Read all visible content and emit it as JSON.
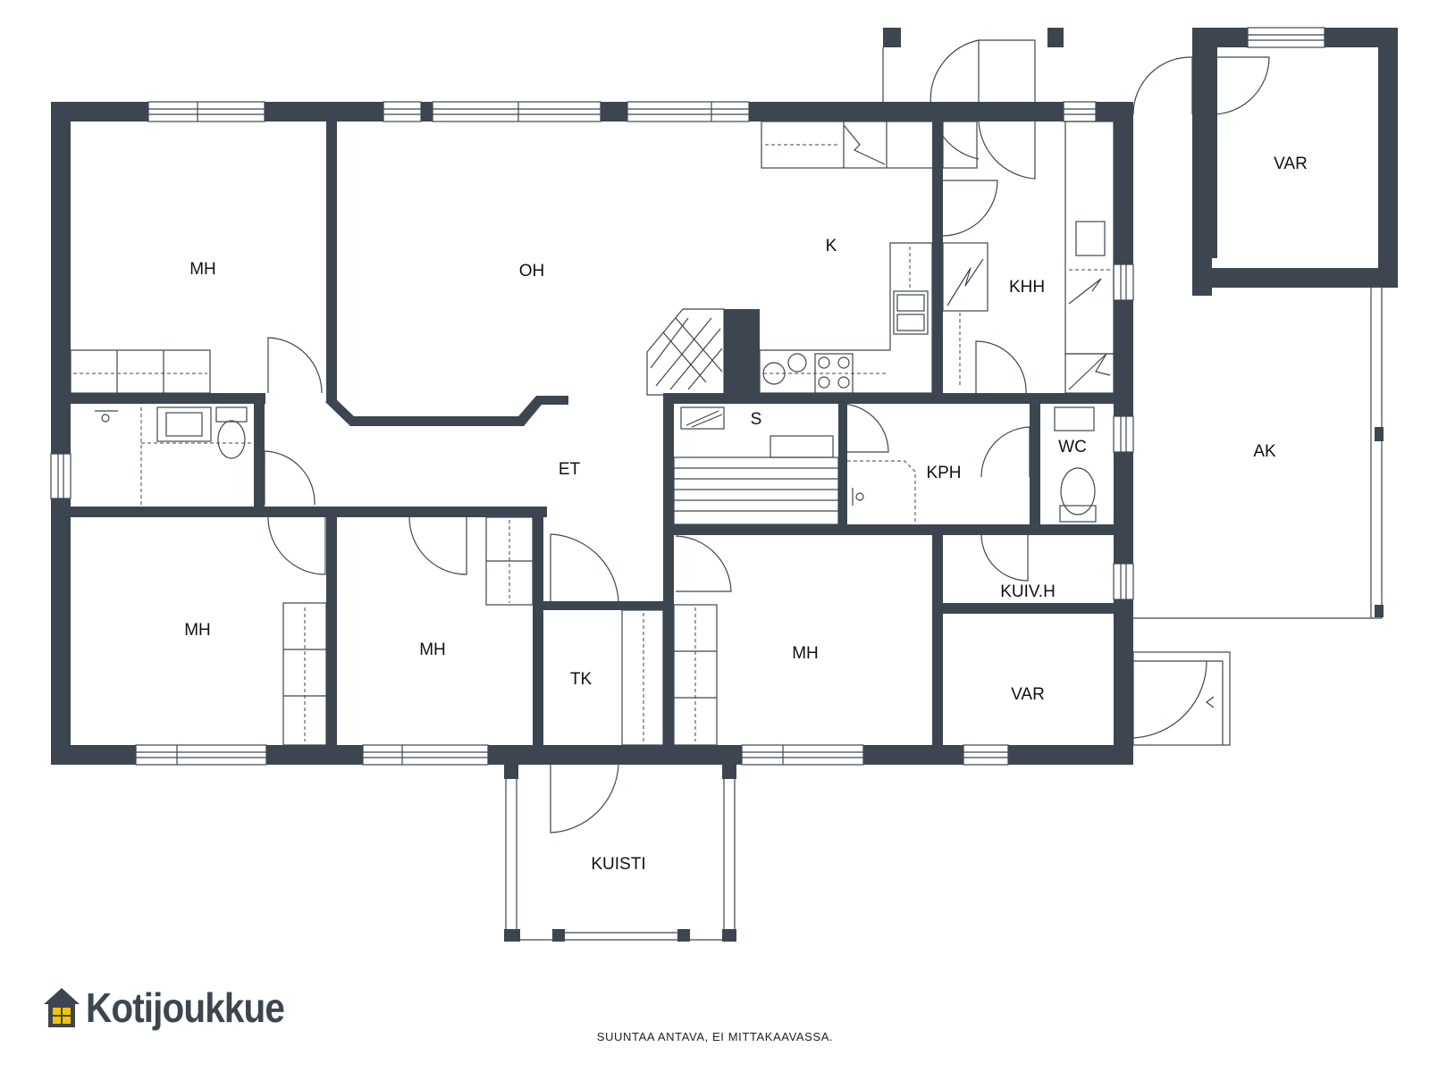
{
  "rooms": {
    "mh_top_left": "MH",
    "oh": "OH",
    "k": "K",
    "khh": "KHH",
    "var_top": "VAR",
    "et": "ET",
    "s": "S",
    "kph": "KPH",
    "wc": "WC",
    "ak": "AK",
    "mh_bottom_left": "MH",
    "mh_bottom_mid": "MH",
    "tk": "TK",
    "mh_bottom_right": "MH",
    "kuiv_h": "KUIV.H",
    "var_bottom": "VAR",
    "kuisti": "KUISTI"
  },
  "brand": {
    "name": "Kotijoukkue",
    "logo_icon": "house-icon",
    "accent_color": "#f5c400",
    "wall_color": "#3d4650"
  },
  "disclaimer": "SUUNTAA ANTAVA, EI MITTAKAAVASSA."
}
